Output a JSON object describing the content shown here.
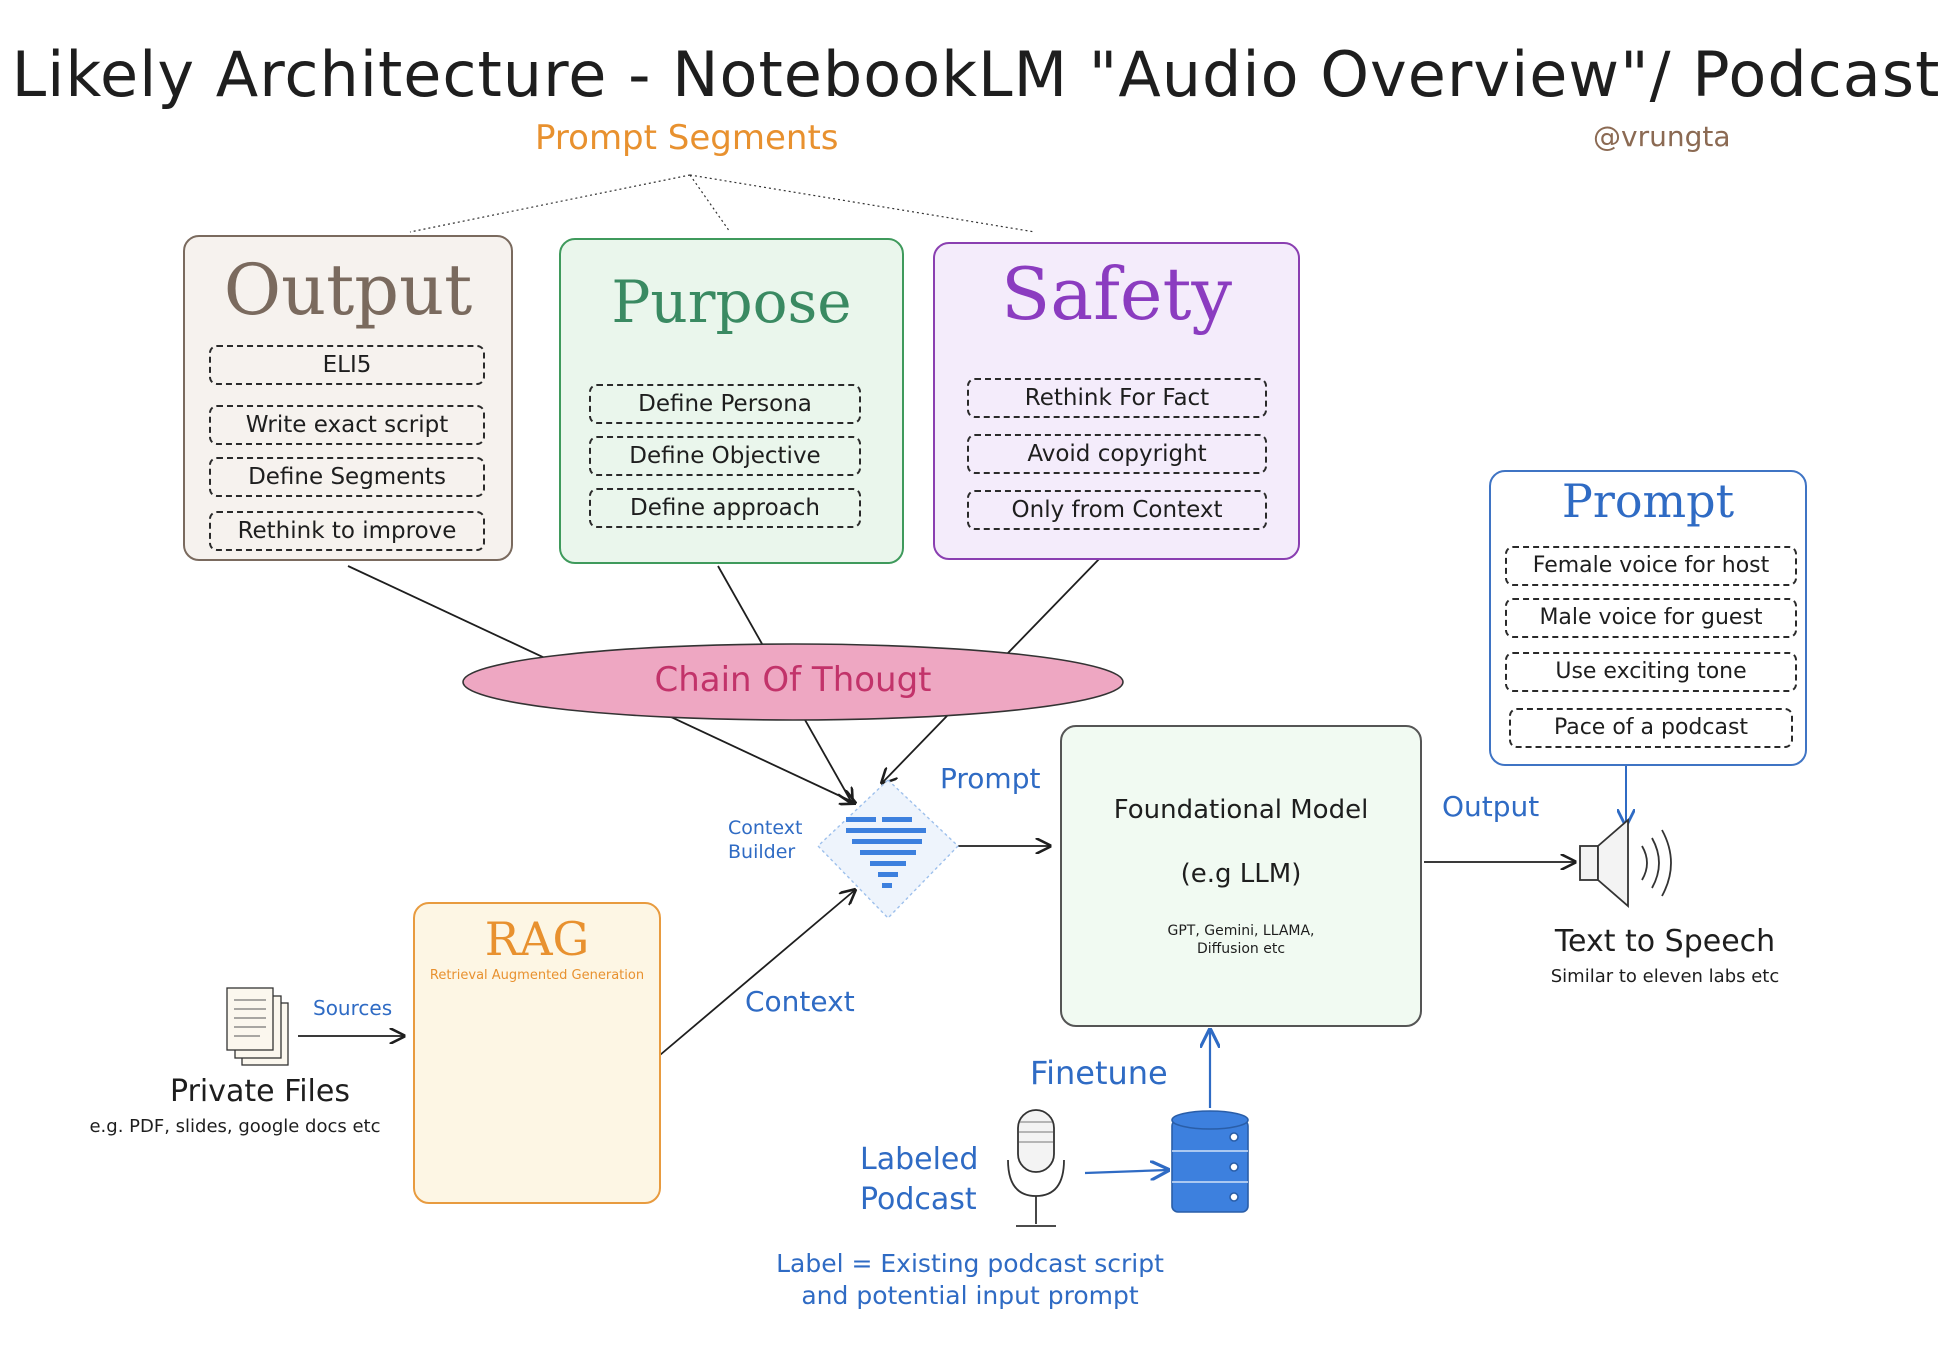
{
  "title": "Likely Architecture - NotebookLM \"Audio Overview\"/ Podcast",
  "prompt_segments_label": "Prompt Segments",
  "author": "@vrungta",
  "cards": {
    "output": {
      "title": "Output",
      "items": [
        "ELI5",
        "Write exact script",
        "Define Segments",
        "Rethink to improve"
      ]
    },
    "purpose": {
      "title": "Purpose",
      "items": [
        "Define Persona",
        "Define Objective",
        "Define approach"
      ]
    },
    "safety": {
      "title": "Safety",
      "items": [
        "Rethink For Fact",
        "Avoid copyright",
        "Only from Context"
      ]
    },
    "prompt": {
      "title": "Prompt",
      "items": [
        "Female voice for host",
        "Male voice for guest",
        "Use exciting tone",
        "Pace of a podcast"
      ]
    }
  },
  "chain_of_thought": "Chain Of Thougt",
  "context_builder": {
    "line1": "Context",
    "line2": "Builder"
  },
  "edge_labels": {
    "prompt": "Prompt",
    "output": "Output",
    "context": "Context",
    "sources": "Sources",
    "finetune": "Finetune"
  },
  "foundational_model": {
    "title": "Foundational Model",
    "subtitle": "(e.g LLM)",
    "examples_line1": "GPT, Gemini, LLAMA,",
    "examples_line2": "Diffusion etc"
  },
  "rag": {
    "title": "RAG",
    "subtitle": "Retrieval Augmented Generation"
  },
  "private_files": {
    "title": "Private Files",
    "subtitle": "e.g. PDF, slides, google docs etc"
  },
  "tts": {
    "title": "Text to Speech",
    "subtitle": "Similar to eleven labs etc"
  },
  "labeled_podcast": {
    "line1": "Labeled",
    "line2": "Podcast"
  },
  "label_note": {
    "line1": "Label = Existing podcast script",
    "line2": "and potential input prompt"
  },
  "colors": {
    "output_border": "#7a6a5e",
    "output_fill": "#f6f2ee",
    "output_title": "#7a6a5e",
    "purpose_border": "#3f9a5c",
    "purpose_fill": "#eaf6ec",
    "purpose_title": "#3a8a62",
    "safety_border": "#8a3fb1",
    "safety_fill": "#f4ecfb",
    "safety_title": "#8b3cc0",
    "prompt_border": "#3f74c4",
    "prompt_title": "#2f6bc4",
    "cot_fill": "#eea7c2",
    "cot_text": "#c2336a",
    "rag_border": "#e89b3f",
    "rag_fill": "#fdf6e4",
    "rag_title": "#e8912f",
    "fm_border": "#555555",
    "fm_fill": "#f1faf2",
    "accent_blue": "#2f6bc4",
    "db_blue": "#3d80de",
    "db_yellow": "#fbe498"
  }
}
